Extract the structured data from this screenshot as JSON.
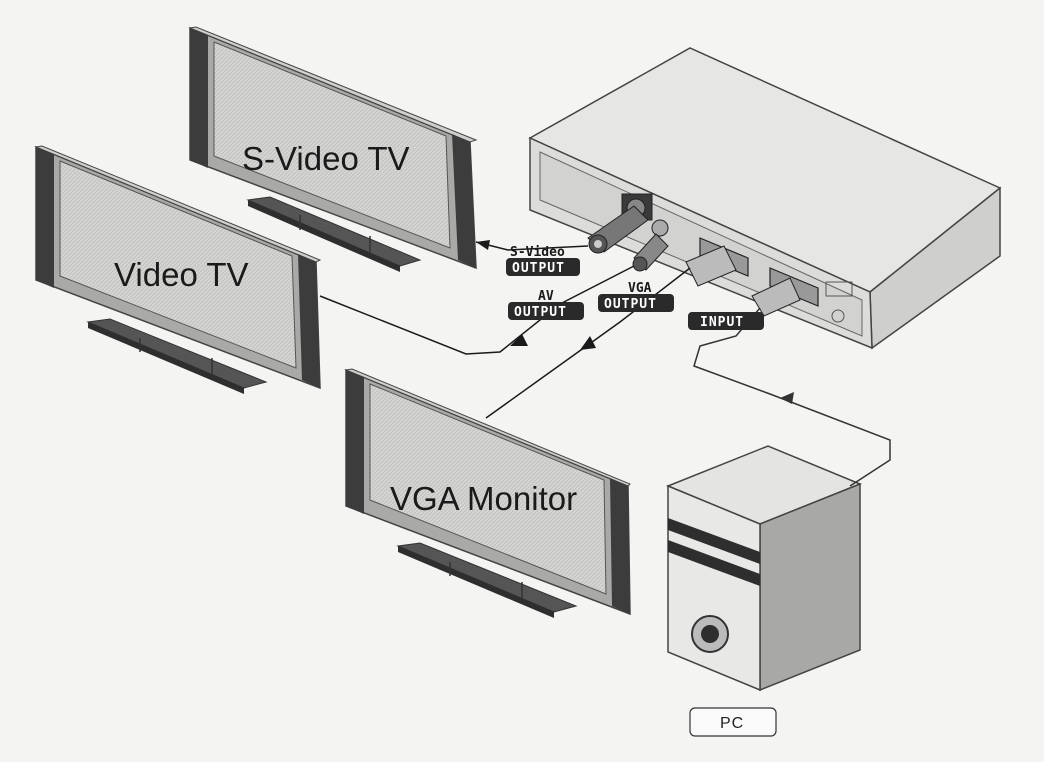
{
  "devices": {
    "svideo_tv": "S-Video TV",
    "video_tv": "Video TV",
    "vga_monitor": "VGA Monitor",
    "pc": "PC"
  },
  "ports": {
    "svideo_name": "S-Video",
    "svideo_badge": "OUTPUT",
    "av_name": "AV",
    "av_badge": "OUTPUT",
    "vga_name": "VGA",
    "vga_badge": "OUTPUT",
    "input_badge": "INPUT"
  },
  "colors": {
    "badge": "#2a2a2a",
    "line": "#1a1a1a",
    "screen": "#d8d8d6",
    "frame": "#3a3a3a"
  }
}
